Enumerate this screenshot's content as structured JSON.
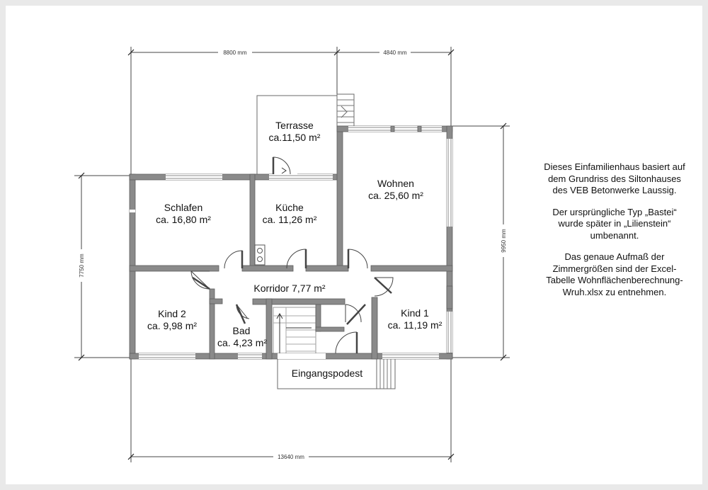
{
  "rooms": {
    "terrasse": {
      "name": "Terrasse",
      "area": "ca.11,50 m²"
    },
    "schlafen": {
      "name": "Schlafen",
      "area": "ca. 16,80 m²"
    },
    "kueche": {
      "name": "Küche",
      "area": "ca. 11,26 m²"
    },
    "wohnen": {
      "name": "Wohnen",
      "area": "ca. 25,60 m²"
    },
    "korridor": {
      "label": "Korridor 7,77 m²"
    },
    "kind2": {
      "name": "Kind 2",
      "area": "ca. 9,98 m²"
    },
    "bad": {
      "name": "Bad",
      "area": "ca. 4,23 m²"
    },
    "kind1": {
      "name": "Kind 1",
      "area": "ca. 11,19 m²"
    },
    "eingangspodest": {
      "name": "Eingangspodest"
    }
  },
  "dimensions": {
    "top_left": "8800 mm",
    "top_right": "4840 mm",
    "bottom": "13640 mm",
    "left": "7750 mm",
    "right": "9950 mm"
  },
  "notes": [
    "Dieses Einfamilienhaus basiert auf dem Grundriss des Siltonhauses des VEB Betonwerke Laussig.",
    "Der ursprüngliche Typ „Bastei“ wurde später in „Lilienstein“ umbenannt.",
    "Das genaue Aufmaß der Zimmergrößen sind der Excel-Tabelle Wohnflächenberechnung-Wruh.xlsx zu entnehmen."
  ]
}
